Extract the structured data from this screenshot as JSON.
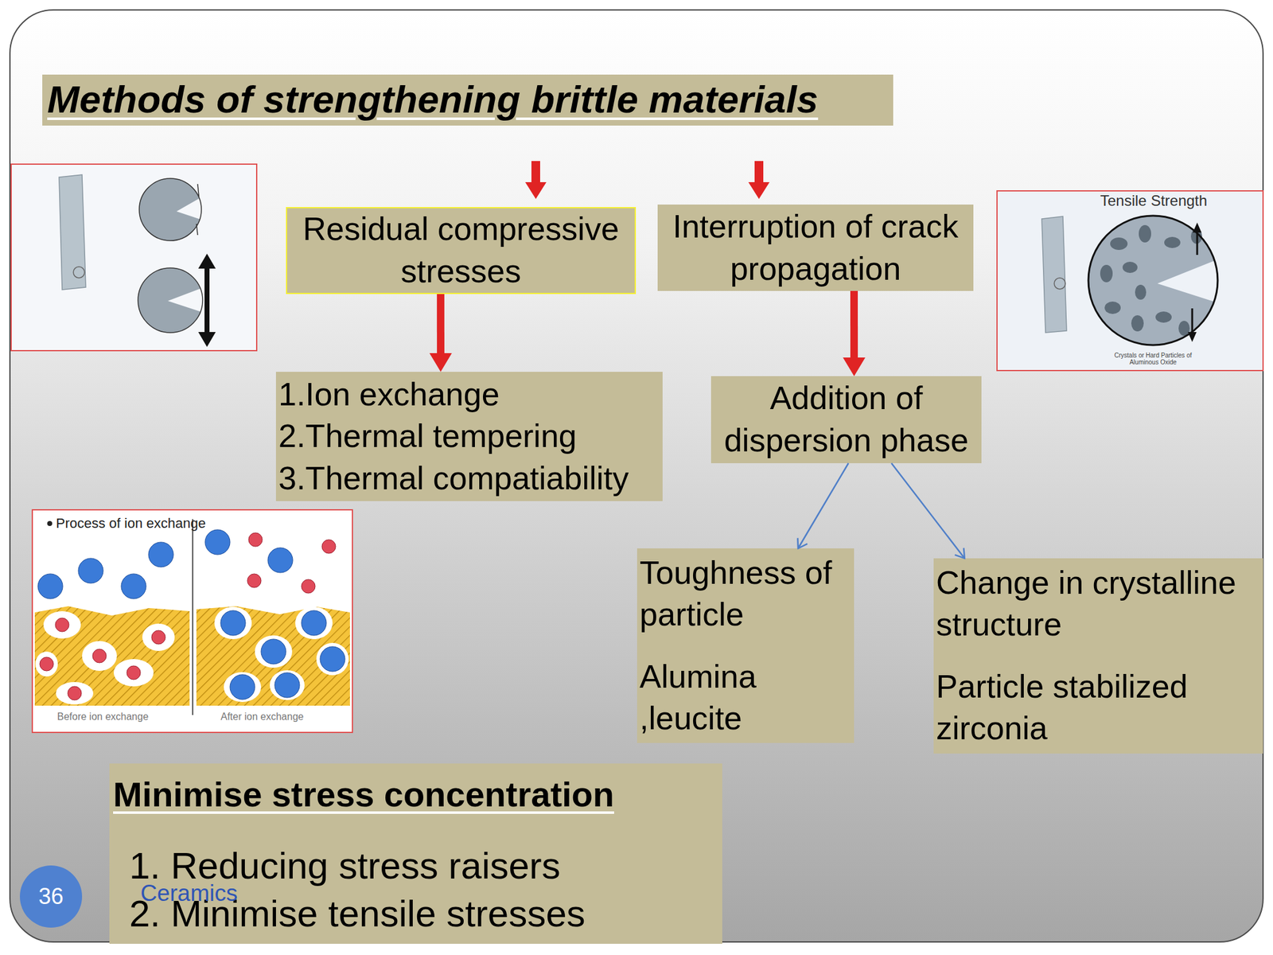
{
  "diagram": {
    "title": "Methods of strengthening brittle materials",
    "nodes": [
      {
        "text": [
          "Residual compressive stresses"
        ]
      },
      {
        "text": [
          "Interruption of crack propagation"
        ]
      },
      {
        "text": [
          "1.Ion exchange",
          "2.Thermal tempering",
          "3.Thermal compatiability"
        ]
      },
      {
        "text": [
          "Addition of dispersion phase"
        ]
      },
      {
        "text": [
          "Toughness of particle",
          "Alumina ,leucite"
        ]
      },
      {
        "text": [
          "Change in crystalline structure",
          "Particle stabilized zirconia"
        ]
      },
      {
        "text": [
          "Minimise stress concentration",
          "1. Reducing stress raisers",
          "2. Minimise tensile stresses"
        ]
      }
    ],
    "edges": [
      {
        "from": 0,
        "to": 2,
        "arrow": "to"
      },
      {
        "from": 1,
        "to": 3,
        "arrow": "to"
      },
      {
        "from": 3,
        "to": 4,
        "arrow": "to"
      },
      {
        "from": 3,
        "to": 5,
        "arrow": "to"
      }
    ],
    "labels": [
      "Tensile Strength",
      "Crystals or Hard Particles of Aluminous Oxide",
      "Process of ion exchange",
      "Before ion exchange",
      "After ion exchange",
      "Ceramics",
      "36"
    ]
  }
}
